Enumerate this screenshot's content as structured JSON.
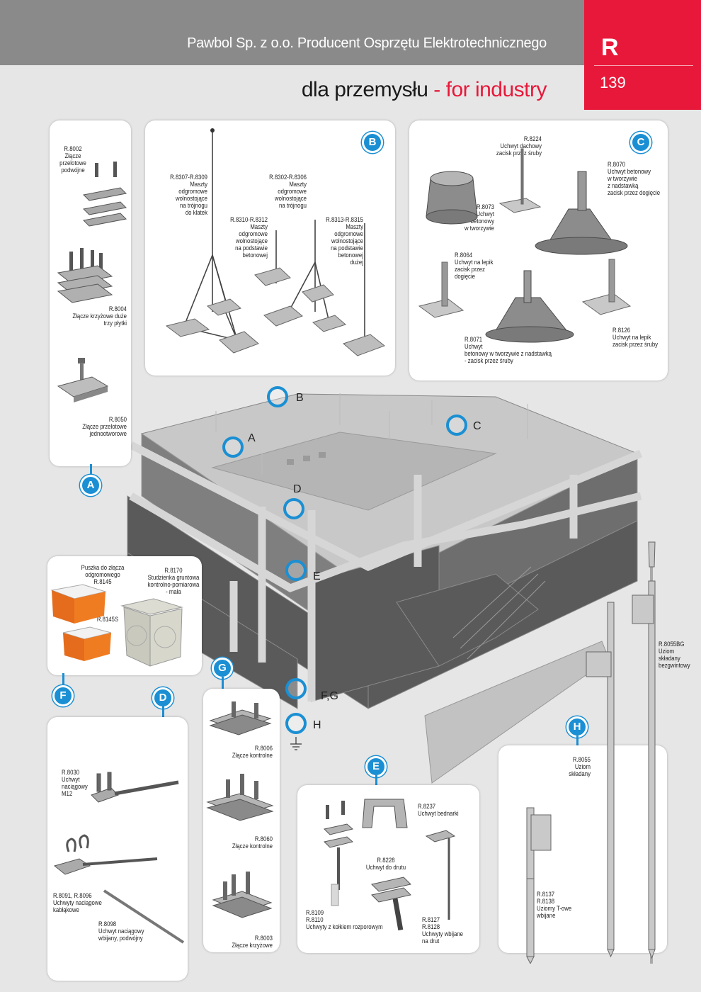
{
  "header": {
    "company": "Pawbol Sp. z o.o. Producent Osprzętu Elektrotechnicznego",
    "section_letter": "R",
    "page_number": "139",
    "subtitle_pl": "dla przemysłu",
    "subtitle_sep": " - ",
    "subtitle_en": "for industry"
  },
  "colors": {
    "accent_red": "#e8183a",
    "accent_blue": "#1b8fd3",
    "header_gray": "#8a8a8a"
  },
  "badges": {
    "A": "A",
    "B": "B",
    "C": "C",
    "D": "D",
    "E": "E",
    "F": "F",
    "G": "G",
    "H": "H"
  },
  "building_markers": {
    "A": "A",
    "B": "B",
    "C": "C",
    "D": "D",
    "E": "E",
    "FG": "F,G",
    "H": "H"
  },
  "panel_a": {
    "r8002": [
      "R.8002",
      "Złącze",
      "przelotowe",
      "podwójne"
    ],
    "r8004": [
      "R.8004",
      "Złącze krzyżowe duże",
      "trzy płytki"
    ],
    "r8050": [
      "R.8050",
      "Złącze przelotowe",
      "jednootworowe"
    ]
  },
  "panel_b": {
    "r8307": [
      "R.8307-R.8309",
      "Maszty",
      "odgromowe",
      "wolnostojące",
      "na trójnogu",
      "do klatek"
    ],
    "r8302": [
      "R.8302-R.8306",
      "Maszty",
      "odgromowe",
      "wolnostojące",
      "na trójnogu"
    ],
    "r8310": [
      "R.8310-R.8312",
      "Maszty",
      "odgromowe",
      "wolnostojące",
      "na podstawie",
      "betonowej"
    ],
    "r8313": [
      "R.8313-R.8315",
      "Maszty",
      "odgromowe",
      "wolnostojące",
      "na podstawie",
      "betonowej",
      "dużej"
    ]
  },
  "panel_c": {
    "r8224": [
      "R.8224",
      "Uchwyt dachowy",
      "zacisk przez śruby"
    ],
    "r8073": [
      "R.8073",
      "Uchwyt",
      "betonowy",
      "w tworzywie"
    ],
    "r8070": [
      "R.8070",
      "Uchwyt betonowy",
      "w tworzywie",
      "z nadstawką",
      "zacisk przez dogięcie"
    ],
    "r8064": [
      "R.8064",
      "Uchwyt na lepik",
      "zacisk przez",
      "dogięcie"
    ],
    "r8071": [
      "R.8071",
      "Uchwyt",
      "betonowy w tworzywie z nadstawką",
      "- zacisk przez śruby"
    ],
    "r8126": [
      "R.8126",
      "Uchwyt na lepik",
      "zacisk przez śruby"
    ]
  },
  "panel_f": {
    "r8145": [
      "Puszka do złącza",
      "odgromowego",
      "R.8145"
    ],
    "r8145s": [
      "R.8145S"
    ],
    "r8170": [
      "R.8170",
      "Studzienka gruntowa",
      "kontrolno-pomiarowa",
      "- mała"
    ]
  },
  "panel_d": {
    "r8030": [
      "R.8030",
      "Uchwyt",
      "naciągowy",
      "M12"
    ],
    "r8091": [
      "R.8091, R.8096",
      "Uchwyty naciągowe",
      "kabłąkowe"
    ],
    "r8098": [
      "R.8098",
      "Uchwyt naciągowy",
      "wbijany, podwójny"
    ]
  },
  "panel_g": {
    "r8006": [
      "R.8006",
      "Złącze kontrolne"
    ],
    "r8060": [
      "R.8060",
      "Złącze kontrolne"
    ],
    "r8003": [
      "R.8003",
      "Złącze krzyżowe"
    ]
  },
  "panel_e": {
    "r8237": [
      "R.8237",
      "Uchwyt bednarki"
    ],
    "r8228": [
      "R.8228",
      "Uchwyt do drutu"
    ],
    "r8109": [
      "R.8109",
      "R.8110",
      "Uchwyty z kołkiem rozporowym"
    ],
    "r8127": [
      "R.8127",
      "R.8128",
      "Uchwyty wbijane",
      "na drut"
    ]
  },
  "panel_h": {
    "r8055bg": [
      "R.8055BG",
      "Uziom",
      "składany",
      "bezgwintowy"
    ],
    "r8055": [
      "R.8055",
      "Uziom",
      "składany"
    ],
    "r8137": [
      "R.8137",
      "R.8138",
      "Uziomy T-owe",
      "wbijane"
    ]
  }
}
